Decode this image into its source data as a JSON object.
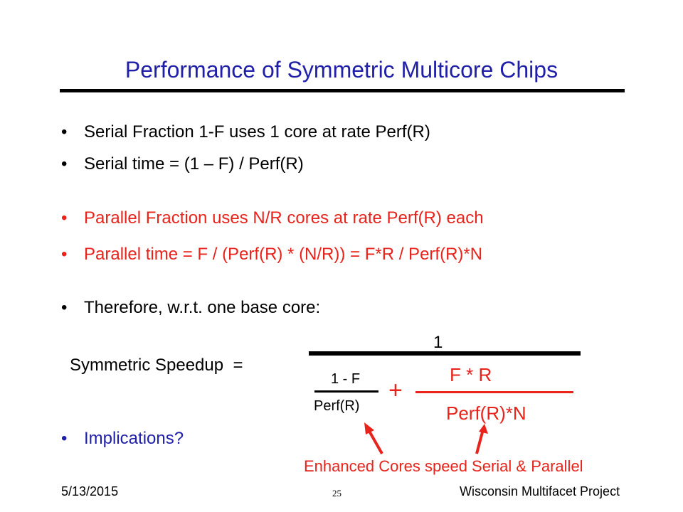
{
  "slide": {
    "title": "Performance of Symmetric Multicore Chips",
    "bullets": [
      {
        "text": "Serial Fraction 1-F uses 1 core at rate Perf(R)",
        "color": "#000000"
      },
      {
        "text": "Serial time = (1 – F) / Perf(R)",
        "color": "#000000"
      },
      {
        "text": "Parallel Fraction uses N/R cores at rate Perf(R) each",
        "color": "#e8231b"
      },
      {
        "text": "Parallel time = F / (Perf(R) * (N/R)) = F*R / Perf(R)*N",
        "color": "#e8231b"
      },
      {
        "text": "Therefore, w.r.t. one base core:",
        "color": "#000000"
      },
      {
        "text": "Implications?",
        "color": "#1f1fa8"
      }
    ],
    "bullet_glyph": "•",
    "equation": {
      "label": "Symmetric Speedup",
      "equals": "=",
      "numerator": "1",
      "serial_num": "1 - F",
      "serial_den": "Perf(R)",
      "plus": "+",
      "parallel_num": "F * R",
      "parallel_den": "Perf(R)*N"
    },
    "annotation": "Enhanced Cores speed Serial & Parallel",
    "footer": {
      "date": "5/13/2015",
      "page": "25",
      "org": "Wisconsin Multifacet Project"
    },
    "colors": {
      "title": "#1f1fa8",
      "accent_red": "#e8231b",
      "text": "#000000"
    }
  }
}
